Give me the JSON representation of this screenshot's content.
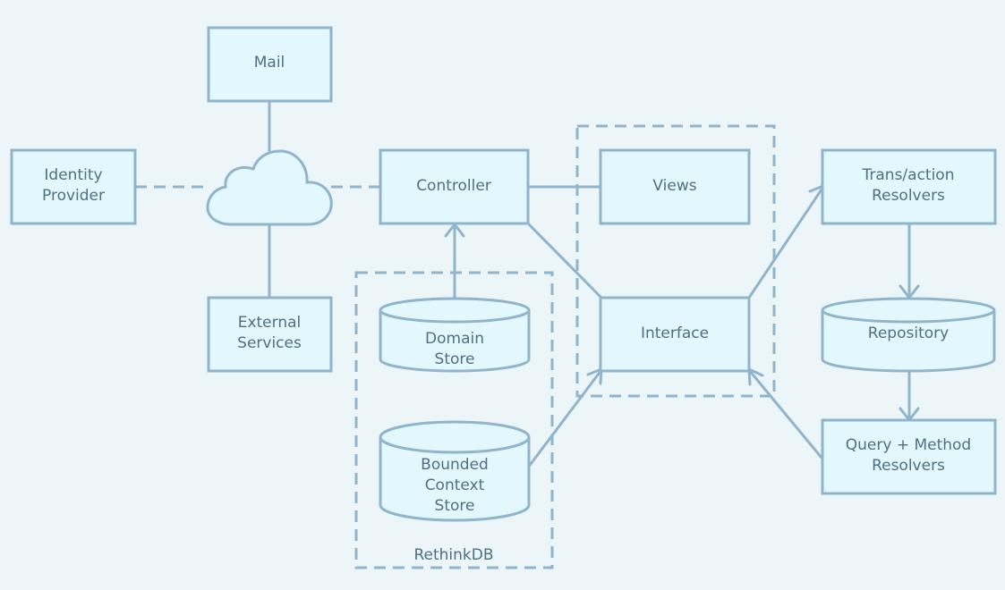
{
  "nodes": {
    "mail": {
      "lines": [
        "Mail"
      ]
    },
    "identity_provider": {
      "lines": [
        "Identity",
        "Provider"
      ]
    },
    "external_services": {
      "lines": [
        "External",
        "Services"
      ]
    },
    "controller": {
      "lines": [
        "Controller"
      ]
    },
    "views": {
      "lines": [
        "Views"
      ]
    },
    "interface": {
      "lines": [
        "Interface"
      ]
    },
    "domain_store": {
      "lines": [
        "Domain",
        "Store"
      ]
    },
    "bounded_context_store": {
      "lines": [
        "Bounded",
        "Context",
        "Store"
      ]
    },
    "transaction_resolvers": {
      "lines": [
        "Trans/action",
        "Resolvers"
      ]
    },
    "repository": {
      "lines": [
        "Repository"
      ]
    },
    "query_method_resolvers": {
      "lines": [
        "Query + Method",
        "Resolvers"
      ]
    }
  },
  "groups": {
    "rethinkdb": {
      "label": "RethinkDB"
    }
  },
  "icons": {
    "cloud": "cloud-icon"
  },
  "colors": {
    "background": "#ecf6f9",
    "fill": "#e2f8fc",
    "stroke": "#90b4cc",
    "text": "#4f6f84"
  }
}
